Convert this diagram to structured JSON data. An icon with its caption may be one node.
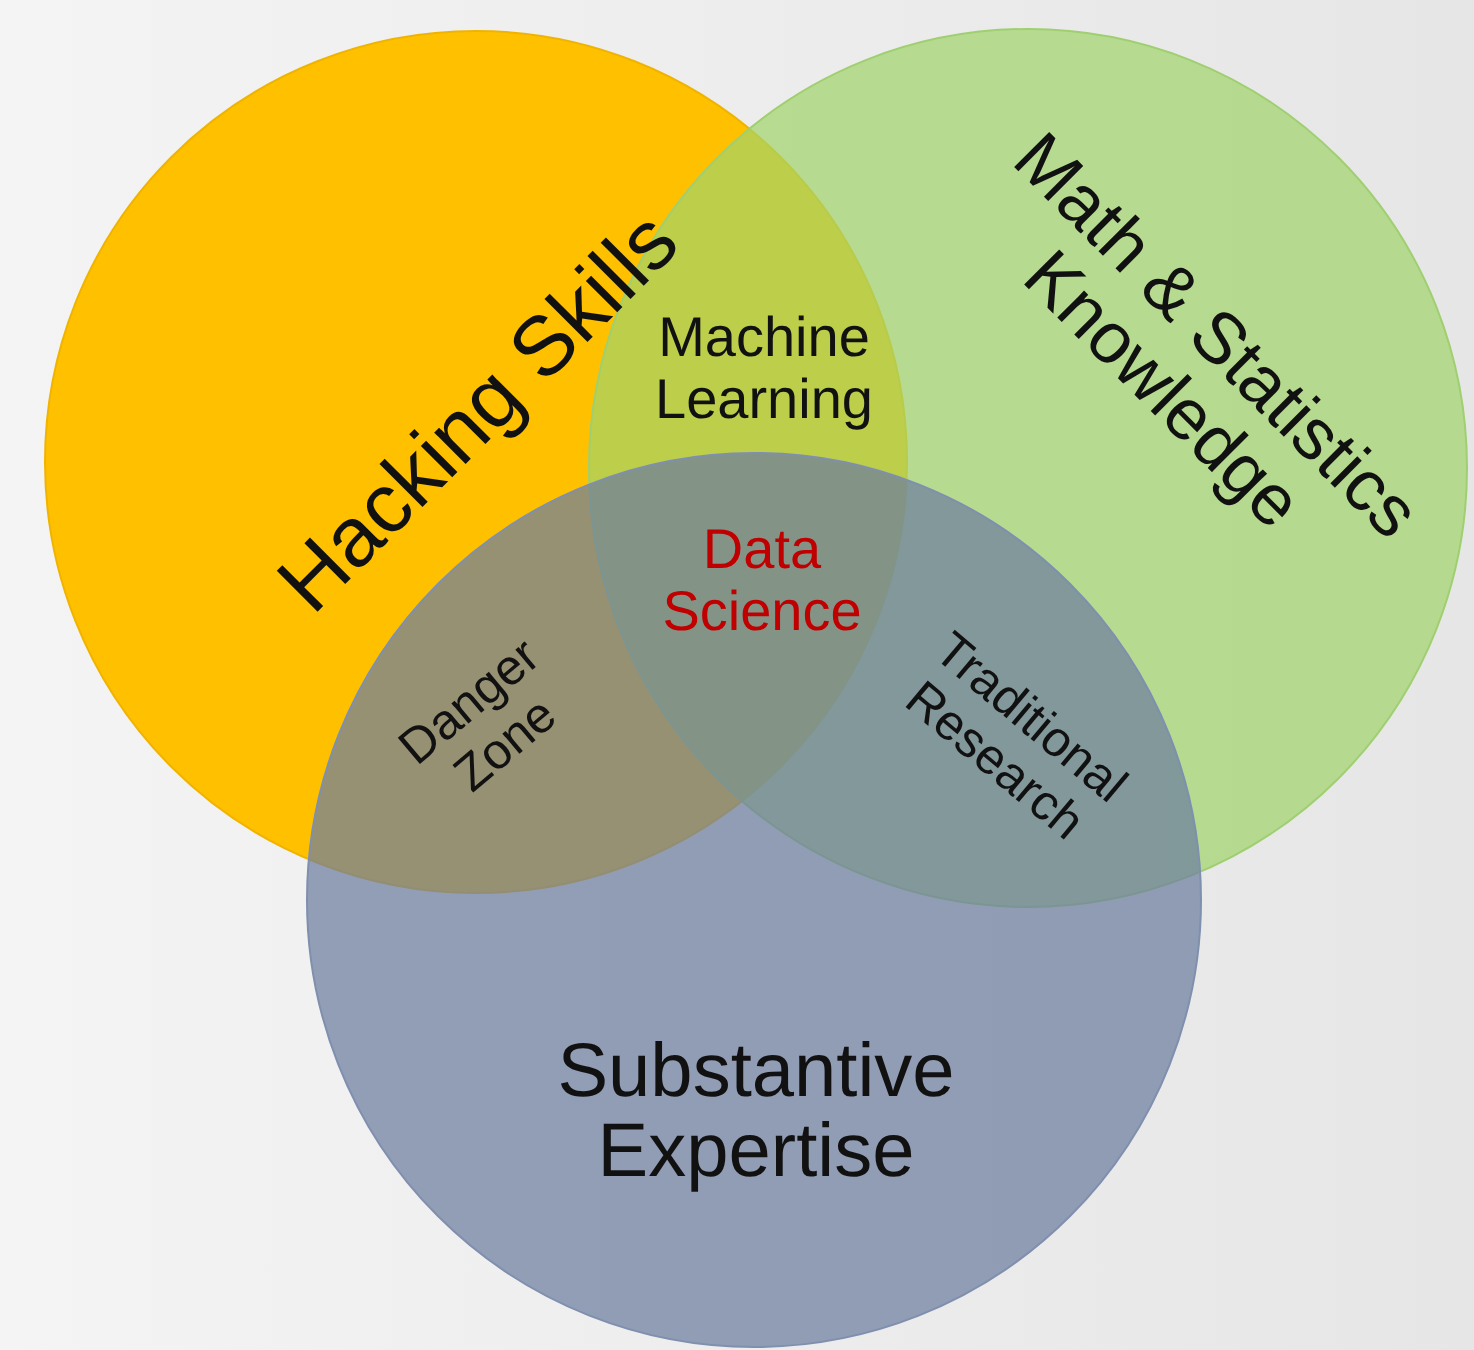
{
  "diagram": {
    "nodes": [
      {
        "text": [
          "Hacking Skills"
        ]
      },
      {
        "text": [
          "Math & Statistics Knowledge"
        ]
      },
      {
        "text": [
          "Substantive Expertise"
        ]
      }
    ],
    "labels": [
      "Machine Learning",
      "Data Science",
      "Danger Zone",
      "Traditional Research"
    ]
  }
}
